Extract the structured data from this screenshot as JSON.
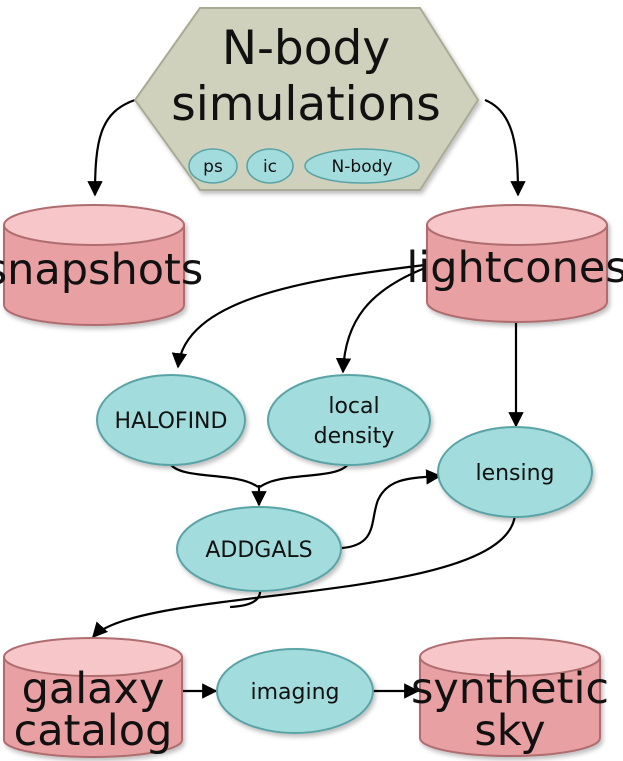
{
  "source": {
    "title_lines": [
      "N-body",
      "simulations"
    ],
    "chips": [
      "ps",
      "ic",
      "N-body"
    ]
  },
  "stores": {
    "snapshots": "snapshots",
    "lightcones": "lightcones",
    "galaxy_catalog": [
      "galaxy",
      "catalog"
    ],
    "synthetic_sky": [
      "synthetic",
      "sky"
    ]
  },
  "processes": {
    "halofind": "HALOFIND",
    "local_density": [
      "local",
      "density"
    ],
    "lensing": "lensing",
    "addgals": "ADDGALS",
    "imaging": "imaging"
  },
  "colors": {
    "hexagon_fill": "#cfd1bd",
    "hexagon_stroke": "#a9ab95",
    "store_fill": "#e8a0a3",
    "store_top": "#f6c6c8",
    "store_stroke": "#b06d70",
    "process_fill": "#a3dcdc",
    "process_stroke": "#5aa3a6",
    "edge": "#000000"
  }
}
